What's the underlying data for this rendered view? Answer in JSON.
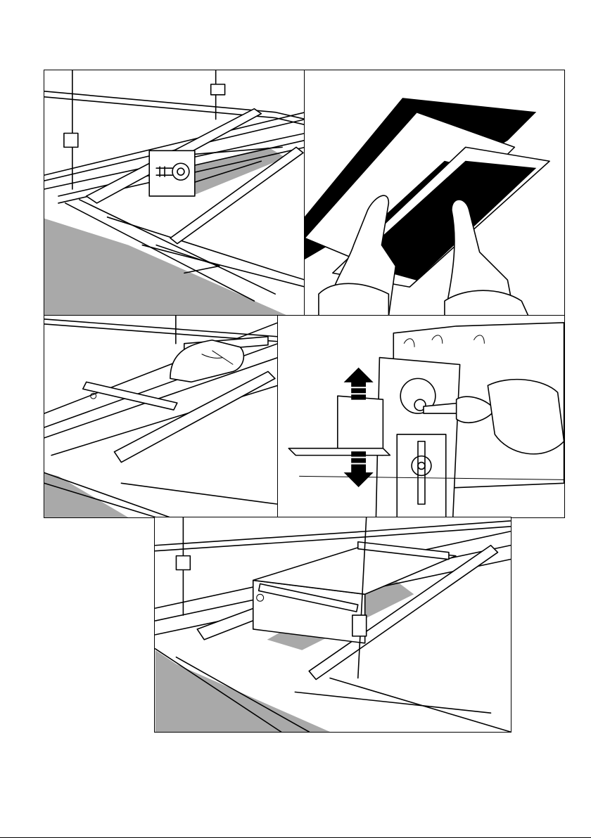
{
  "figure": {
    "panels": [
      {
        "name": "step-1-attach-rails"
      },
      {
        "name": "step-2-insert-unit"
      },
      {
        "name": "step-3-fit-brackets"
      },
      {
        "name": "step-4-adjust-height"
      },
      {
        "name": "step-5-hang-assembly"
      }
    ]
  },
  "colors": {
    "line": "#000000",
    "floor_shading": "#a9a9a9",
    "background": "#ffffff"
  }
}
